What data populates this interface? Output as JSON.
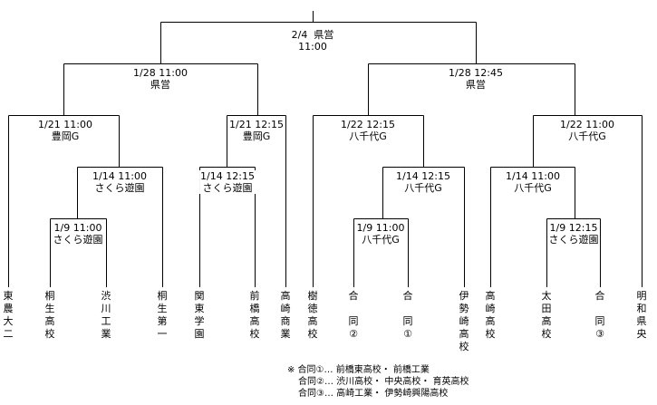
{
  "final": {
    "date": "2/4",
    "venue": "県営",
    "time": "11:00"
  },
  "semis": [
    {
      "datetime": "1/28 11:00",
      "venue": "県営"
    },
    {
      "datetime": "1/28 12:45",
      "venue": "県営"
    }
  ],
  "quarters": [
    {
      "datetime": "1/21 11:00",
      "venue": "豊岡G"
    },
    {
      "datetime": "1/21 12:15",
      "venue": "豊岡G"
    },
    {
      "datetime": "1/22 12:15",
      "venue": "八千代G"
    },
    {
      "datetime": "1/22 11:00",
      "venue": "八千代G"
    }
  ],
  "round2": [
    {
      "datetime": "1/14 11:00",
      "venue": "さくら遊園"
    },
    {
      "datetime": "1/14 12:15",
      "venue": "さくら遊園"
    },
    {
      "datetime": "1/14 12:15",
      "venue": "八千代G"
    },
    {
      "datetime": "1/14 11:00",
      "venue": "八千代G"
    }
  ],
  "round1": [
    {
      "datetime": "1/9 11:00",
      "venue": "さくら遊園"
    },
    {
      "datetime": "1/9 11:00",
      "venue": "八千代G"
    },
    {
      "datetime": "1/9 12:15",
      "venue": "さくら遊園"
    }
  ],
  "teams": [
    "東\n農\n大\n二",
    "桐\n生\n高\n校",
    "渋\n川\n工\n業",
    "桐\n生\n第\n一",
    "関\n東\n学\n園",
    "前\n橋\n高\n校",
    "高\n崎\n商\n業",
    "樹\n徳\n高\n校",
    "合\n\n同\n②",
    "合\n\n同\n①",
    "伊\n勢\n崎\n高\n校",
    "高\n崎\n高\n校",
    "太\n田\n高\n校",
    "合\n\n同\n③",
    "明\n和\n県\n央"
  ],
  "notes": [
    "※ 合同①… 前橋東高校・ 前橋工業",
    "合同②… 渋川高校・ 中央高校・ 育英高校",
    "合同③… 高崎工業・ 伊勢崎興陽高校"
  ]
}
